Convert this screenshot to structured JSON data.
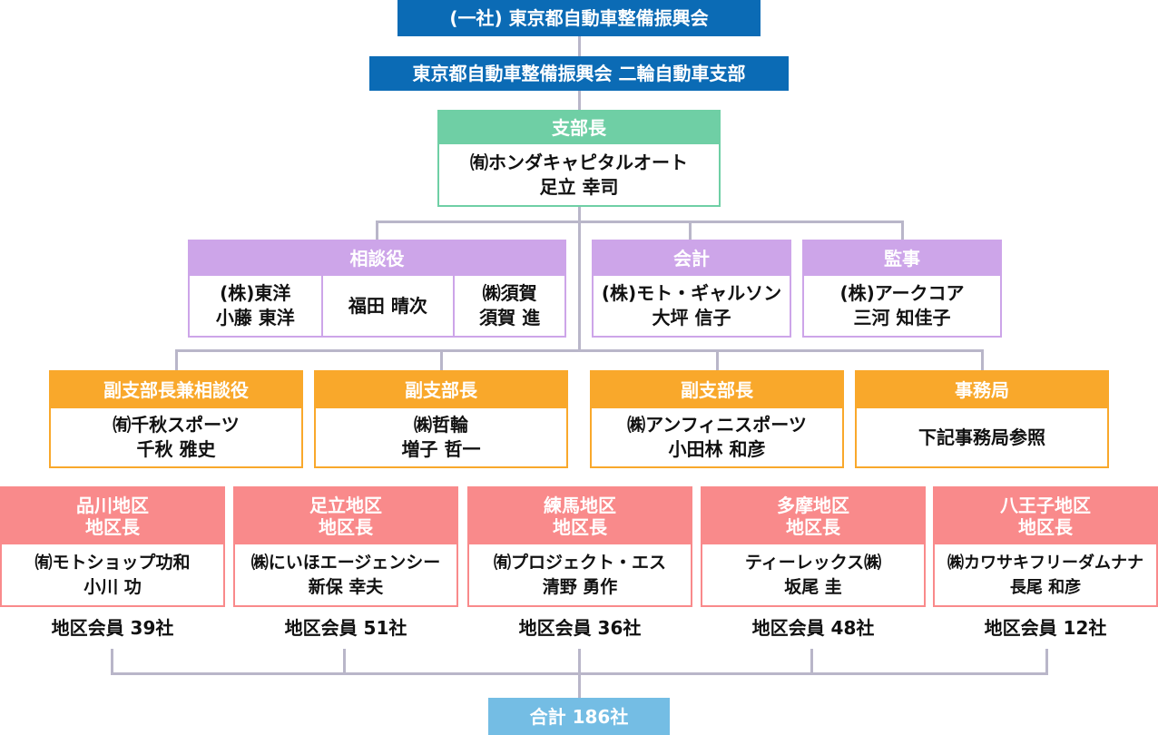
{
  "association": "(一社) 東京都自動車整備振興会",
  "branch": "東京都自動車整備振興会 二輪自動車支部",
  "branch_head": {
    "title": "支部長",
    "company": "㈲ホンダキャピタルオート",
    "name": "足立 幸司"
  },
  "advisors": {
    "title": "相談役",
    "members": [
      {
        "company": "(株)東洋",
        "name": "小藤 東洋"
      },
      {
        "company": "",
        "name": "福田 晴次"
      },
      {
        "company": "㈱須賀",
        "name": "須賀 進"
      }
    ]
  },
  "accounting": {
    "title": "会計",
    "company": "(株)モト・ギャルソン",
    "name": "大坪 信子"
  },
  "auditor": {
    "title": "監事",
    "company": "(株)アークコア",
    "name": "三河 知佳子"
  },
  "deputies": [
    {
      "title": "副支部長兼相談役",
      "company": "㈲千秋スポーツ",
      "name": "千秋 雅史"
    },
    {
      "title": "副支部長",
      "company": "㈱哲輪",
      "name": "増子 哲一"
    },
    {
      "title": "副支部長",
      "company": "㈱アンフィニスポーツ",
      "name": "小田林 和彦"
    },
    {
      "title": "事務局",
      "company": "下記事務局参照",
      "name": ""
    }
  ],
  "districts": [
    {
      "title": "品川地区\n地区長",
      "company": "㈲モトショップ功和",
      "name": "小川 功",
      "members": "地区会員 39社"
    },
    {
      "title": "足立地区\n地区長",
      "company": "㈱にいほエージェンシー",
      "name": "新保 幸夫",
      "members": "地区会員 51社"
    },
    {
      "title": "練馬地区\n地区長",
      "company": "㈲プロジェクト・エス",
      "name": "清野 勇作",
      "members": "地区会員 36社"
    },
    {
      "title": "多摩地区\n地区長",
      "company": "ティーレックス㈱",
      "name": "坂尾 圭",
      "members": "地区会員 48社"
    },
    {
      "title": "八王子地区\n地区長",
      "company": "㈱カワサキフリーダムナナ",
      "name": "長尾 和彦",
      "members": "地区会員 12社"
    }
  ],
  "total": "合計 186社",
  "colors": {
    "blue": "#0b6bb5",
    "green": "#6fcfa5",
    "purple": "#cda5e9",
    "orange": "#f9a82b",
    "pink": "#f98a8b",
    "total": "#74bde4",
    "connector": "#b9b6c9"
  }
}
